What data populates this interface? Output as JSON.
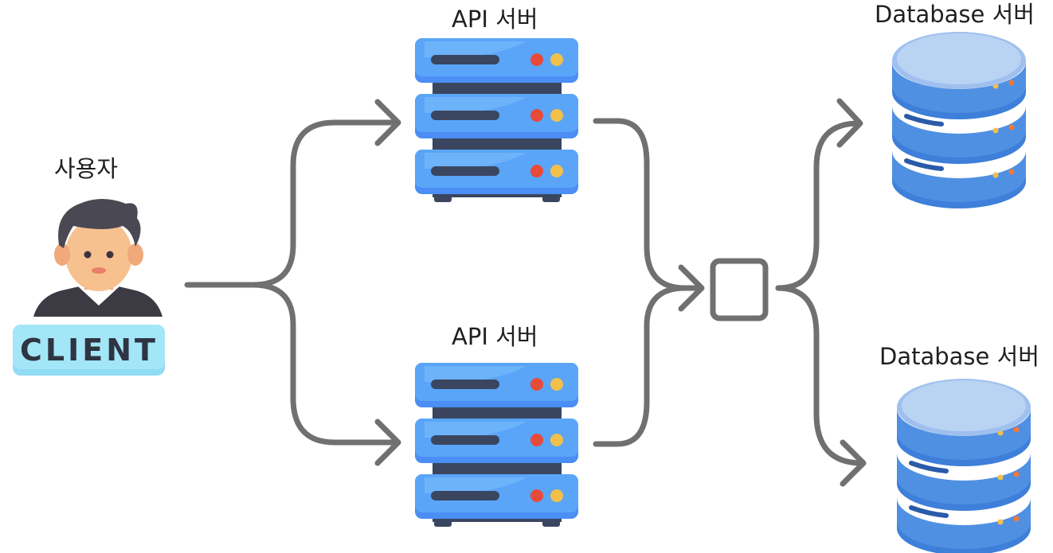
{
  "nodes": {
    "client": {
      "label": "사용자",
      "badge": "CLIENT"
    },
    "api_top": {
      "label": "API 서버"
    },
    "api_bottom": {
      "label": "API 서버"
    },
    "db_top": {
      "label": "Database 서버"
    },
    "db_bottom": {
      "label": "Database 서버"
    },
    "router": {
      "label": ""
    }
  },
  "colors": {
    "arrow": "#707070",
    "server_body": "#4b8ef5",
    "server_face": "#5aa5f8",
    "server_dark": "#3a4660",
    "db_body": "#3d7fd9",
    "db_top": "#b9d3f3",
    "badge": "#8fdcf3",
    "hair": "#4a4852",
    "skin": "#f7c18f"
  }
}
